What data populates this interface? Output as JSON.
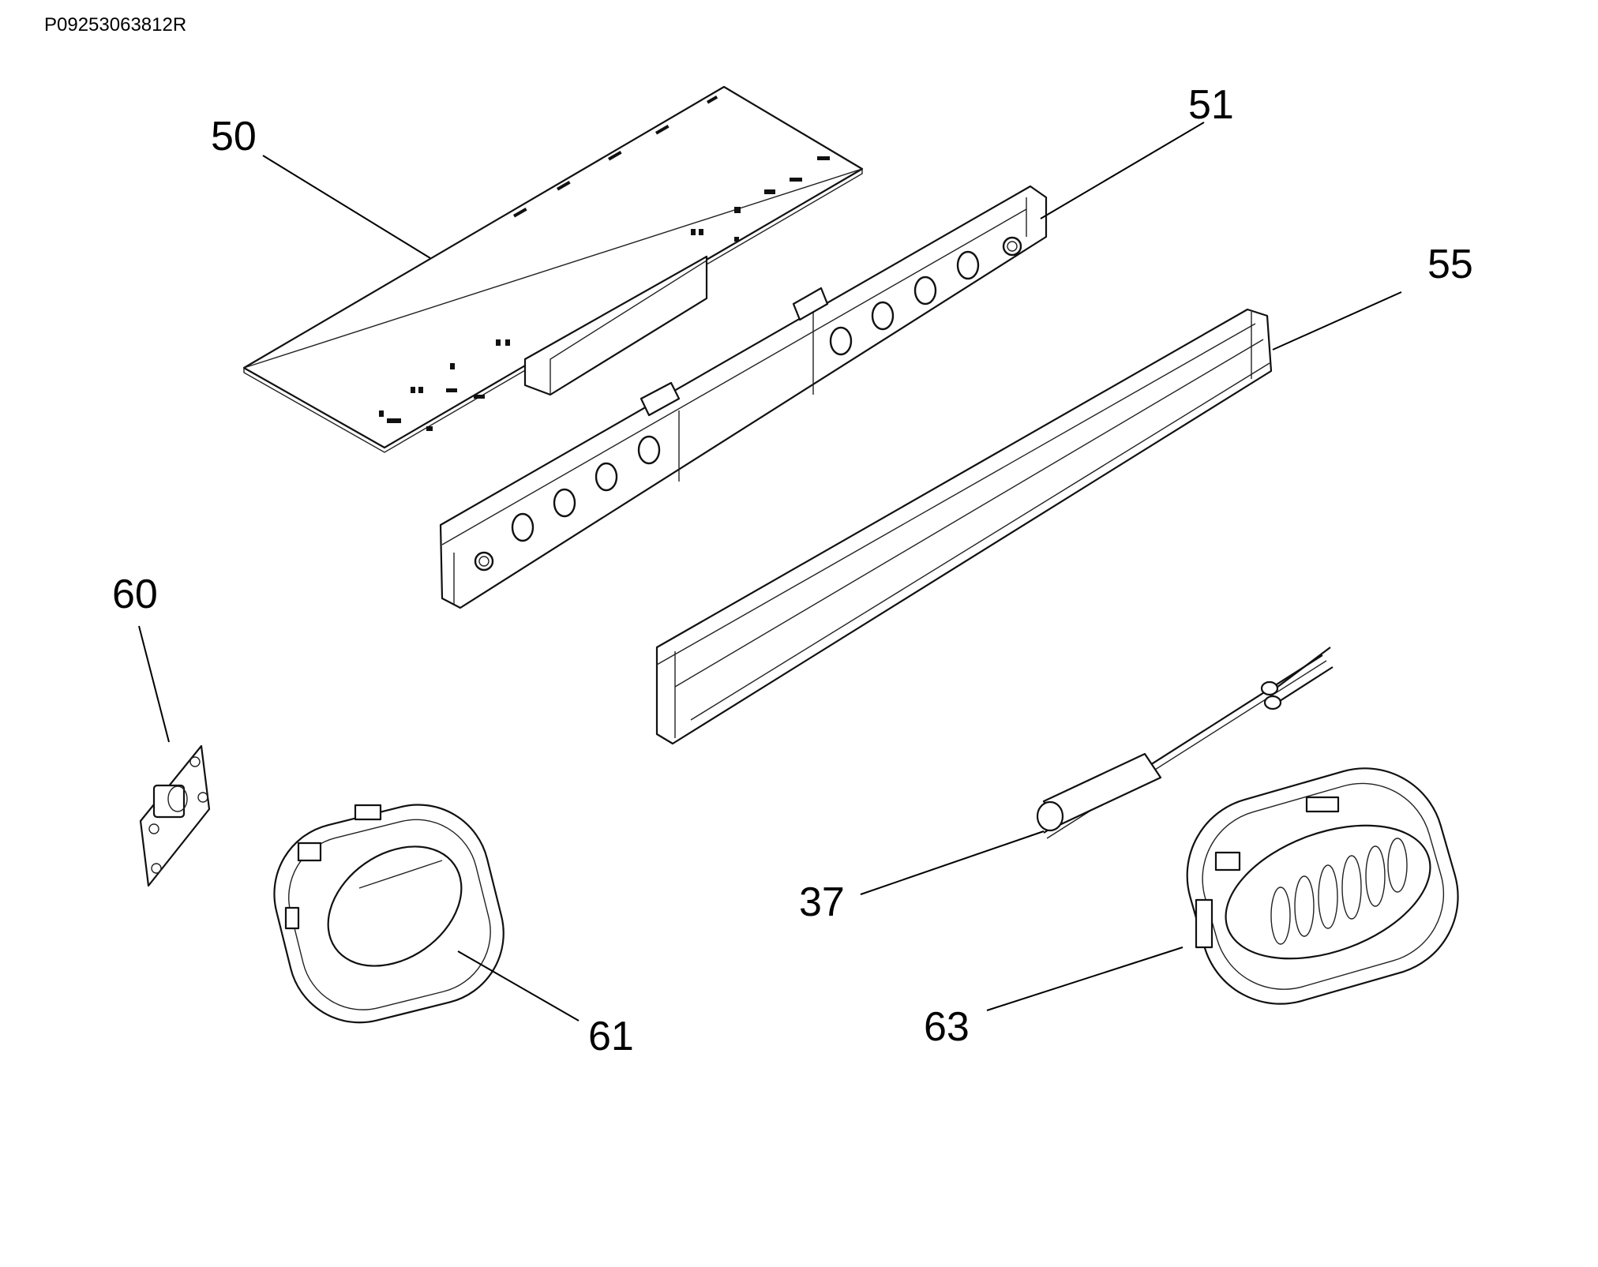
{
  "document": {
    "code": "P09253063812R"
  },
  "parts": [
    {
      "id": "50"
    },
    {
      "id": "51"
    },
    {
      "id": "55"
    },
    {
      "id": "60"
    },
    {
      "id": "37"
    },
    {
      "id": "61"
    },
    {
      "id": "63"
    }
  ]
}
